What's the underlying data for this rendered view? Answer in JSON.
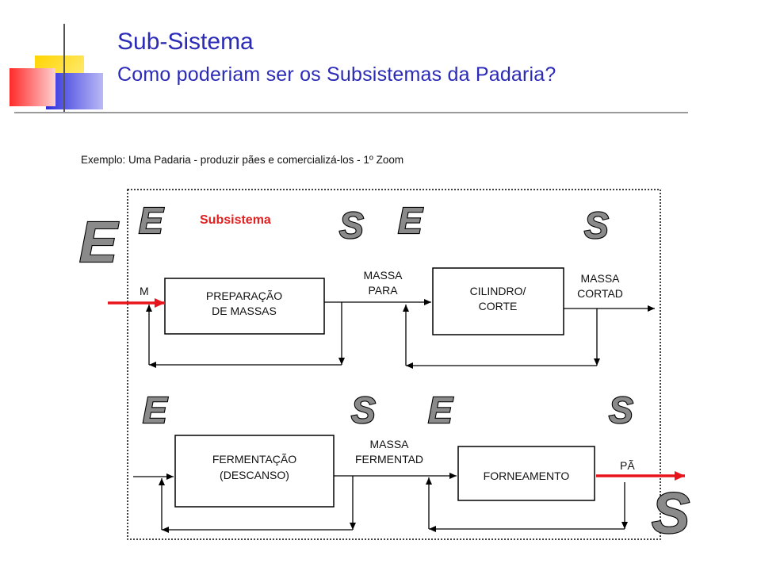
{
  "header": {
    "title": "Sub-Sistema",
    "subtitle": "Como poderiam ser os Subsistemas da Padaria?"
  },
  "diagram": {
    "caption": "Exemplo: Uma Padaria - produzir pães e comercializá-los - 1º Zoom",
    "subsystem_label": "Subsistema",
    "input_letter": "E",
    "output_letter": "S",
    "input_label": "M",
    "processes": [
      {
        "line1": "PREPARAÇÃO",
        "line2": "DE MASSAS"
      },
      {
        "line1": "CILINDRO/",
        "line2": "CORTE"
      },
      {
        "line1": "FERMENTAÇÃO",
        "line2": "(DESCANSO)"
      },
      {
        "line1": "FORNEAMENTO",
        "line2": ""
      }
    ],
    "flows": [
      {
        "line1": "MASSA",
        "line2": "PARA"
      },
      {
        "line1": "MASSA",
        "line2": "CORTAD"
      },
      {
        "line1": "MASSA",
        "line2": "FERMENTAD"
      },
      {
        "line1": "PÃ",
        "line2": ""
      }
    ]
  }
}
